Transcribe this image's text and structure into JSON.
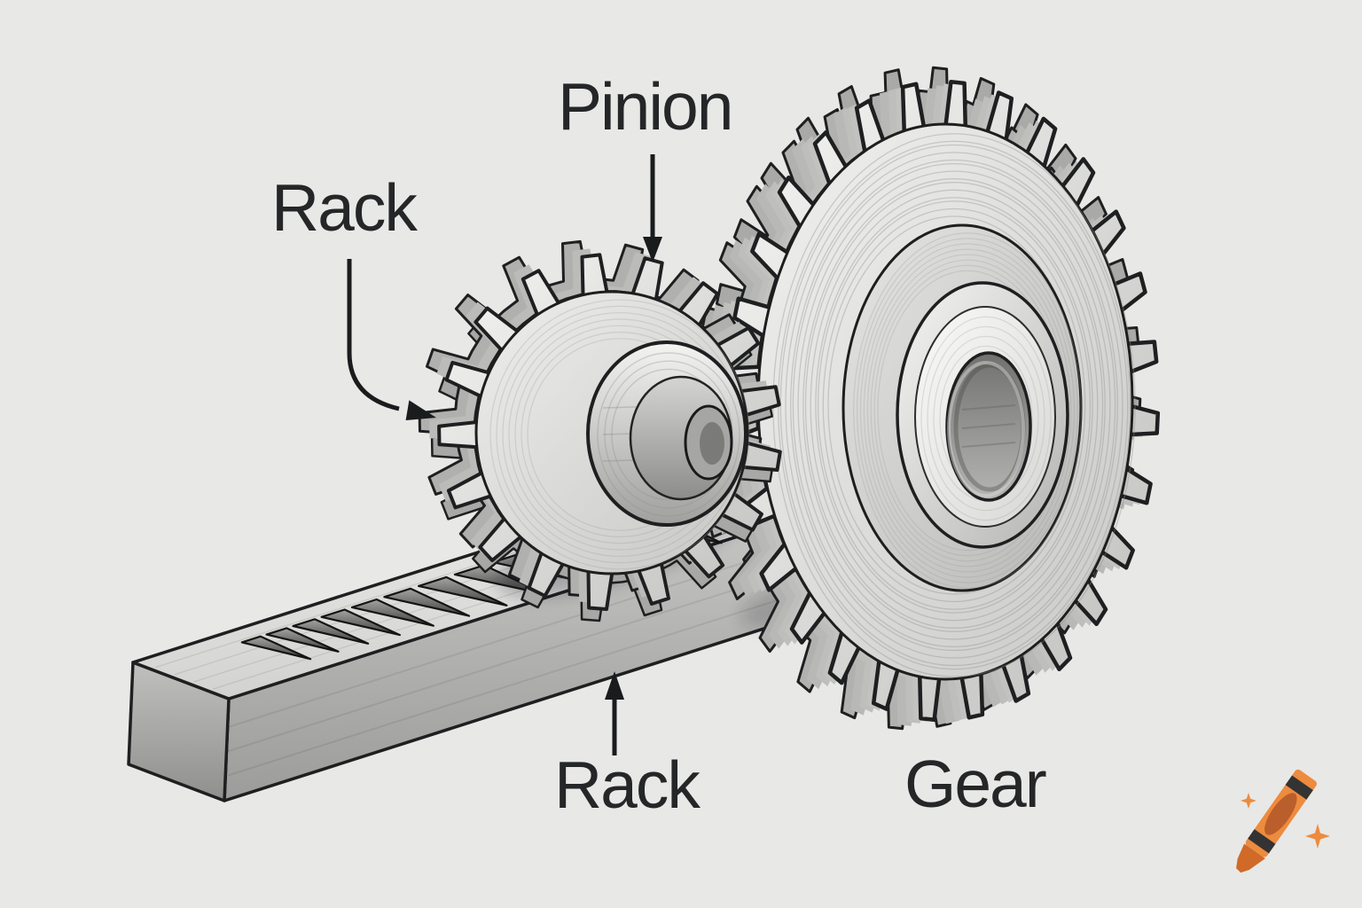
{
  "figure": {
    "type": "labeled-mechanical-diagram",
    "subject": "rack and pinion with gear",
    "style": "pencil-sketch illustration"
  },
  "callouts": [
    {
      "id": "pinion",
      "label": "Pinion",
      "arrow_direction": "down"
    },
    {
      "id": "rack-top",
      "label": "Rack",
      "arrow_direction": "down-then-right"
    },
    {
      "id": "rack-bottom",
      "label": "Rack",
      "arrow_direction": "up"
    },
    {
      "id": "gear",
      "label": "Gear",
      "arrow_direction": "none"
    }
  ],
  "colors": {
    "background": "#e9e9e7",
    "ink": "#1a1b1d",
    "label_text": "#242628",
    "metal_light": "#f6f6f5",
    "metal_mid": "#c6c6c4",
    "metal_dark": "#8f8f8d",
    "shadow": "#101114",
    "logo_orange": "#ed8b3e",
    "logo_label": "#ba5e2b",
    "logo_tip": "#cf6a28",
    "logo_stripe": "#333333"
  },
  "logo": {
    "icon": "crayon-icon",
    "sparkle_icons": 2
  }
}
